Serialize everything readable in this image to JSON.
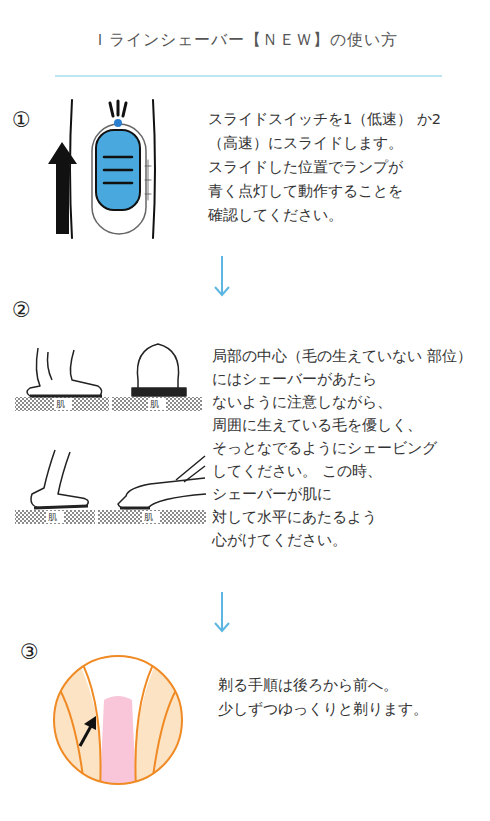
{
  "diagram": {
    "title": "Ｉラインシェーバー【ＮＥＷ】の使い方",
    "labels": [
      "①",
      "スライドスイッチを1（低速） か2（高速）にスライドします。 スライドした位置でランプが 青く点灯して動作することを 確認してください。",
      "②",
      "肌",
      "肌",
      "肌",
      "肌",
      "局部の中心（毛の生えていない 部位）にはシェーバーがあたら ないように注意しながら、 周囲に生えている毛を優しく、 そっとなでるようにシェービング してください。 この時、シェーバーが肌に 対して水平にあたるよう 心がけてください。",
      "③",
      "剃る手順は後ろから前へ。 少しずつゆっくりと剃ります。"
    ]
  }
}
